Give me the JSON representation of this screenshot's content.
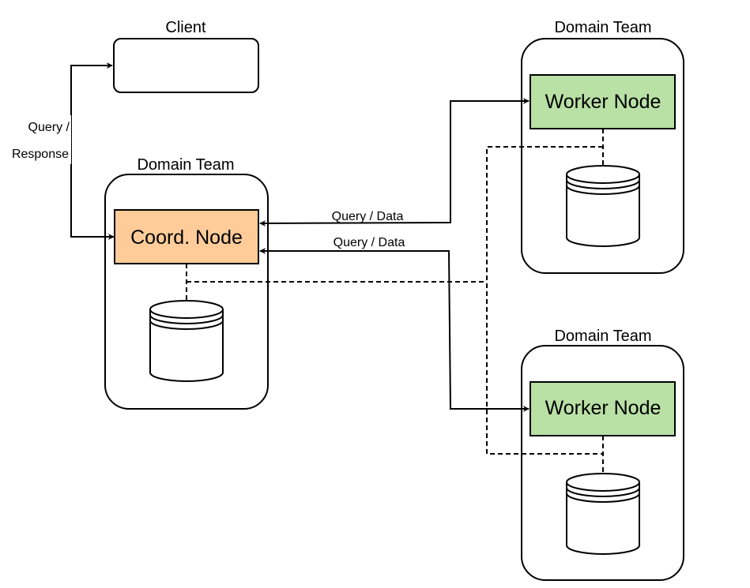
{
  "diagram": {
    "client": {
      "title": "Client"
    },
    "coordinator_team": {
      "title": "Domain Team",
      "node_label": "Coord. Node",
      "node_color": "#ffcc99"
    },
    "worker_team_top": {
      "title": "Domain Team",
      "node_label": "Worker Node",
      "node_color": "#b9e0a5"
    },
    "worker_team_bottom": {
      "title": "Domain Team",
      "node_label": "Worker Node",
      "node_color": "#b9e0a5"
    },
    "edges": {
      "client_coord": {
        "label_line1": "Query /",
        "label_line2": "Response"
      },
      "coord_worker_top": {
        "label": "Query / Data"
      },
      "coord_worker_bottom": {
        "label": "Query / Data"
      }
    }
  }
}
